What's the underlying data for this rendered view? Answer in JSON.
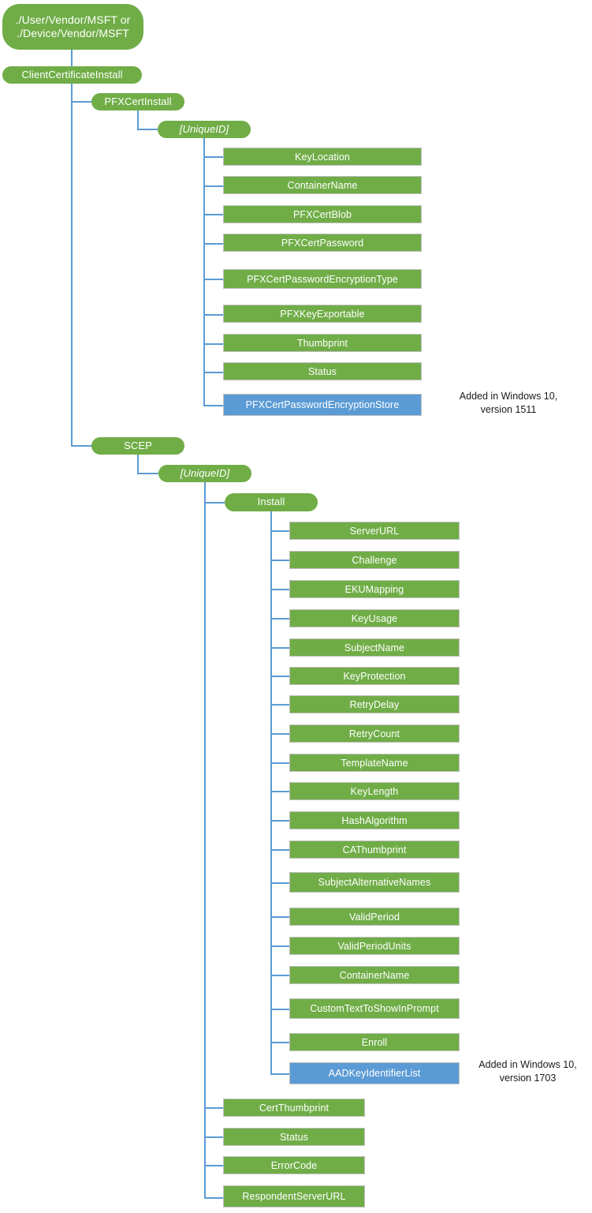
{
  "diagram": {
    "title": "ClientCertificateInstall CSP node tree",
    "colors": {
      "node_green": "#70AD47",
      "node_blue": "#5B9BD5",
      "connector": "#5B9BD5",
      "node_text": "#FFFFFF",
      "note_text": "#1A1A1A",
      "background": "#FFFFFF"
    },
    "root": {
      "label": "./User/Vendor/MSFT or\n./Device/Vendor/MSFT"
    },
    "level1": {
      "label": "ClientCertificateInstall"
    },
    "pfx": {
      "branch_label": "PFXCertInstall",
      "uniqueid_label": "[UniqueID]",
      "leaves": [
        {
          "label": "KeyLocation",
          "color": "green"
        },
        {
          "label": "ContainerName",
          "color": "green"
        },
        {
          "label": "PFXCertBlob",
          "color": "green"
        },
        {
          "label": "PFXCertPassword",
          "color": "green"
        },
        {
          "label": "PFXCertPasswordEncryptionType",
          "color": "green"
        },
        {
          "label": "PFXKeyExportable",
          "color": "green"
        },
        {
          "label": "Thumbprint",
          "color": "green"
        },
        {
          "label": "Status",
          "color": "green"
        },
        {
          "label": "PFXCertPasswordEncryptionStore",
          "color": "blue"
        }
      ],
      "note": "Added in Windows 10,\nversion 1511"
    },
    "scep": {
      "branch_label": "SCEP",
      "uniqueid_label": "[UniqueID]",
      "install_label": "Install",
      "install_leaves": [
        {
          "label": "ServerURL",
          "color": "green"
        },
        {
          "label": "Challenge",
          "color": "green"
        },
        {
          "label": "EKUMapping",
          "color": "green"
        },
        {
          "label": "KeyUsage",
          "color": "green"
        },
        {
          "label": "SubjectName",
          "color": "green"
        },
        {
          "label": "KeyProtection",
          "color": "green"
        },
        {
          "label": "RetryDelay",
          "color": "green"
        },
        {
          "label": "RetryCount",
          "color": "green"
        },
        {
          "label": "TemplateName",
          "color": "green"
        },
        {
          "label": "KeyLength",
          "color": "green"
        },
        {
          "label": "HashAlgorithm",
          "color": "green"
        },
        {
          "label": "CAThumbprint",
          "color": "green"
        },
        {
          "label": "SubjectAlternativeNames",
          "color": "green"
        },
        {
          "label": "ValidPeriod",
          "color": "green"
        },
        {
          "label": "ValidPeriodUnits",
          "color": "green"
        },
        {
          "label": "ContainerName",
          "color": "green"
        },
        {
          "label": "CustomTextToShowInPrompt",
          "color": "green"
        },
        {
          "label": "Enroll",
          "color": "green"
        },
        {
          "label": "AADKeyIdentifierList",
          "color": "blue"
        }
      ],
      "note": "Added in Windows 10,\nversion 1703",
      "uniqueid_leaves": [
        {
          "label": "CertThumbprint",
          "color": "green"
        },
        {
          "label": "Status",
          "color": "green"
        },
        {
          "label": "ErrorCode",
          "color": "green"
        },
        {
          "label": "RespondentServerURL",
          "color": "green"
        }
      ]
    }
  }
}
